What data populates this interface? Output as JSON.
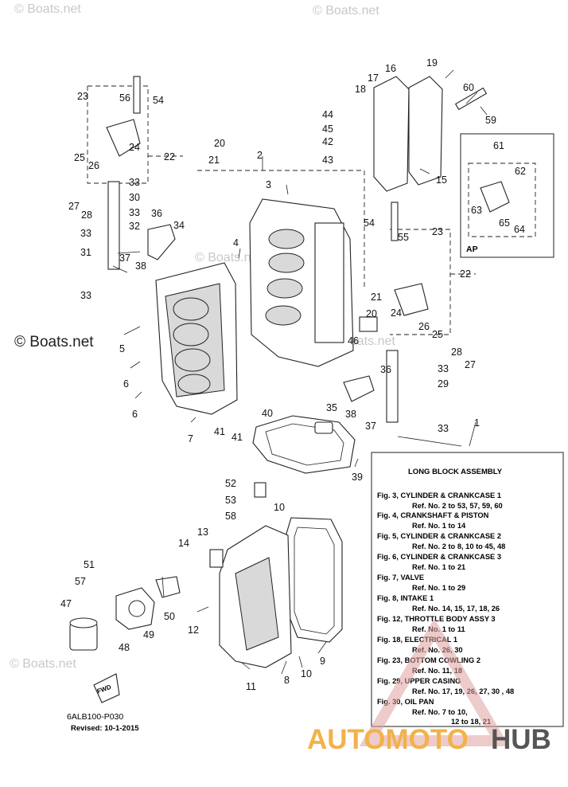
{
  "watermarks": [
    "© Boats.net",
    "© Boats.net",
    "© Boats.net",
    "© Boats.net",
    "© Boats.net",
    "© Boats.net"
  ],
  "callouts": [
    {
      "n": "1"
    },
    {
      "n": "2"
    },
    {
      "n": "3"
    },
    {
      "n": "4"
    },
    {
      "n": "5"
    },
    {
      "n": "6"
    },
    {
      "n": "6"
    },
    {
      "n": "7"
    },
    {
      "n": "8"
    },
    {
      "n": "9"
    },
    {
      "n": "10"
    },
    {
      "n": "10"
    },
    {
      "n": "11"
    },
    {
      "n": "12"
    },
    {
      "n": "13"
    },
    {
      "n": "14"
    },
    {
      "n": "15"
    },
    {
      "n": "16"
    },
    {
      "n": "17"
    },
    {
      "n": "18"
    },
    {
      "n": "19"
    },
    {
      "n": "20"
    },
    {
      "n": "20"
    },
    {
      "n": "21"
    },
    {
      "n": "21"
    },
    {
      "n": "22"
    },
    {
      "n": "22"
    },
    {
      "n": "23"
    },
    {
      "n": "23"
    },
    {
      "n": "24"
    },
    {
      "n": "24"
    },
    {
      "n": "25"
    },
    {
      "n": "25"
    },
    {
      "n": "26"
    },
    {
      "n": "26"
    },
    {
      "n": "27"
    },
    {
      "n": "27"
    },
    {
      "n": "28"
    },
    {
      "n": "28"
    },
    {
      "n": "29"
    },
    {
      "n": "30"
    },
    {
      "n": "31"
    },
    {
      "n": "32"
    },
    {
      "n": "33"
    },
    {
      "n": "33"
    },
    {
      "n": "33"
    },
    {
      "n": "33"
    },
    {
      "n": "33"
    },
    {
      "n": "33"
    },
    {
      "n": "34"
    },
    {
      "n": "35"
    },
    {
      "n": "36"
    },
    {
      "n": "36"
    },
    {
      "n": "37"
    },
    {
      "n": "37"
    },
    {
      "n": "38"
    },
    {
      "n": "38"
    },
    {
      "n": "39"
    },
    {
      "n": "40"
    },
    {
      "n": "41"
    },
    {
      "n": "41"
    },
    {
      "n": "42"
    },
    {
      "n": "43"
    },
    {
      "n": "44"
    },
    {
      "n": "45"
    },
    {
      "n": "46"
    },
    {
      "n": "47"
    },
    {
      "n": "48"
    },
    {
      "n": "49"
    },
    {
      "n": "50"
    },
    {
      "n": "51"
    },
    {
      "n": "52"
    },
    {
      "n": "53"
    },
    {
      "n": "54"
    },
    {
      "n": "54"
    },
    {
      "n": "55"
    },
    {
      "n": "56"
    },
    {
      "n": "57"
    },
    {
      "n": "58"
    },
    {
      "n": "59"
    },
    {
      "n": "60"
    },
    {
      "n": "61"
    },
    {
      "n": "62"
    },
    {
      "n": "63"
    },
    {
      "n": "64"
    },
    {
      "n": "65"
    }
  ],
  "ap_label": "AP",
  "legend": {
    "title": "LONG BLOCK ASSEMBLY",
    "lines": [
      "Fig. 3, CYLINDER & CRANKCASE 1",
      "Ref. No. 2 to 53, 57, 59, 60",
      "Fig. 4, CRANKSHAFT & PISTON",
      "Ref. No. 1 to 14",
      "Fig. 5, CYLINDER & CRANKCASE 2",
      "Ref. No. 2 to 8, 10 to 45, 48",
      "Fig. 6, CYLINDER & CRANKCASE 3",
      "Ref. No. 1 to 21",
      "Fig. 7, VALVE",
      "Ref. No. 1 to 29",
      "Fig. 8, INTAKE 1",
      "Ref. No. 14, 15, 17, 18, 26",
      "Fig. 12, THROTTLE BODY ASSY 3",
      "Ref. No. 1 to 11",
      "Fig. 18, ELECTRICAL 1",
      "Ref. No. 26, 30",
      "Fig. 23, BOTTOM COWLING 2",
      "Ref. No. 11, 18",
      "Fig. 29, UPPER CASING",
      "Ref. No. 17, 19, 26, 27, 30 , 48",
      "Fig. 30, OIL PAN",
      "Ref. No. 7 to 10,",
      "12 to 18, 21"
    ]
  },
  "fwd_label": "FWD",
  "drawing_code": "6ALB100-P030",
  "revised": "Revised: 10-1-2015",
  "logo": {
    "part1": "AUTOMOTO",
    "part2": "HUB",
    "color1": "#f2b24a",
    "color2": "#555555"
  },
  "colors": {
    "line": "#222222",
    "watermark": "#c8c8c8",
    "triangle": "#e0a0a0"
  }
}
